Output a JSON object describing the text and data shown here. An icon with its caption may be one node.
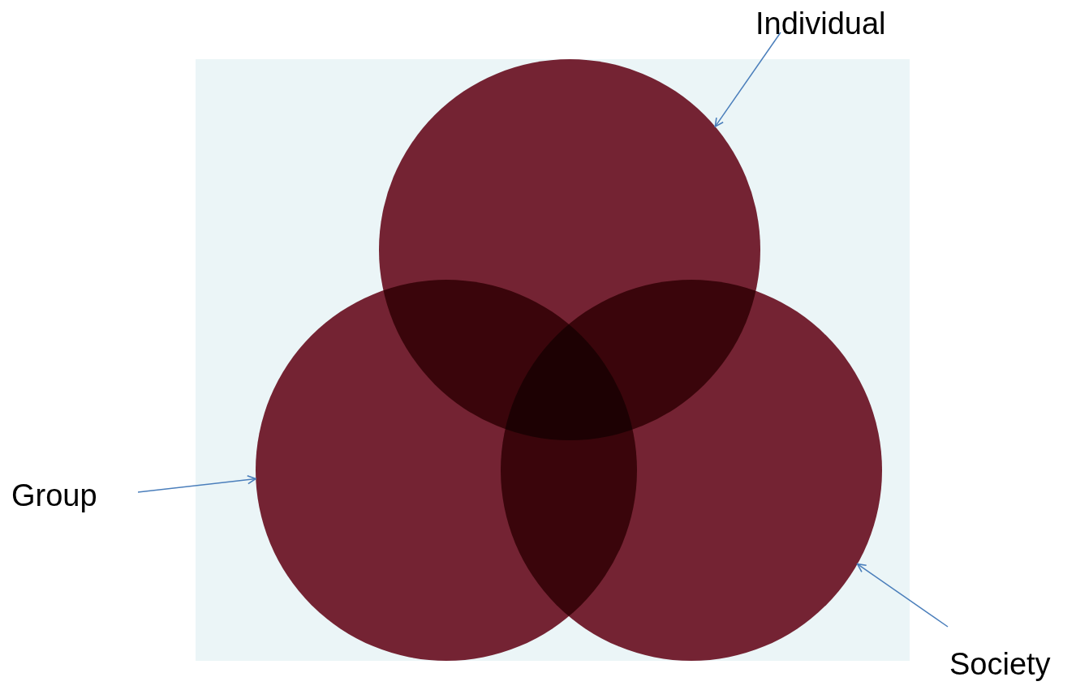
{
  "diagram": {
    "nodes": [
      {
        "text": [
          "Individual"
        ]
      },
      {
        "text": [],
        "shape": "circle"
      },
      {
        "text": [
          "Group"
        ]
      },
      {
        "text": [],
        "shape": "circle"
      },
      {
        "text": [
          "Society"
        ]
      },
      {
        "text": [],
        "shape": "circle"
      }
    ],
    "edges": [
      {
        "from": 0,
        "to": 1,
        "arrow": "to"
      },
      {
        "from": 2,
        "to": 3,
        "arrow": "to"
      },
      {
        "from": 4,
        "to": 5,
        "arrow": "to"
      }
    ]
  }
}
